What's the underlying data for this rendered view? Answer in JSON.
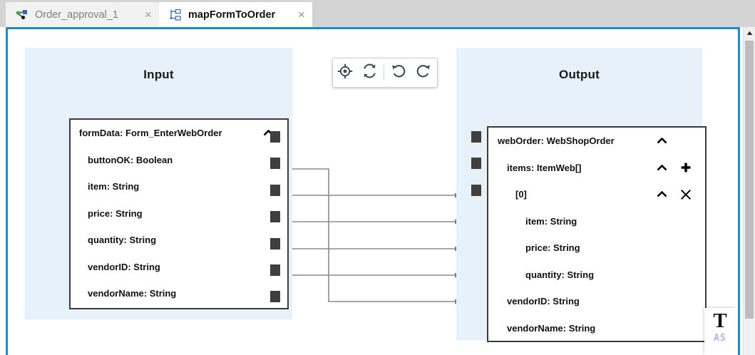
{
  "window": {
    "accent_color": "#1e8bc8",
    "panel_bg": "#e7f1f9",
    "canvas_bg": "#ffffff",
    "wire_color": "#8a8a8a",
    "port_color": "#3f3f3f"
  },
  "tabs": [
    {
      "label": "Order_approval_1",
      "icon": "process-flow-icon",
      "close_label": "×",
      "active": false
    },
    {
      "label": "mapFormToOrder",
      "icon": "mapping-tree-icon",
      "close_label": "×",
      "active": true
    }
  ],
  "toolbar": {
    "buttons": [
      {
        "name": "center-view-button",
        "icon": "target-icon",
        "title": "Center"
      },
      {
        "name": "refresh-button",
        "icon": "refresh-icon",
        "title": "Refresh"
      },
      {
        "name": "undo-button",
        "icon": "undo-icon",
        "title": "Undo"
      },
      {
        "name": "redo-button",
        "icon": "redo-icon",
        "title": "Redo"
      }
    ]
  },
  "input_panel": {
    "title": "Input",
    "rows": [
      {
        "label": "formData: Form_EnterWebOrder",
        "indent": 0,
        "chevron": "▲",
        "has_chevron": true,
        "port": true
      },
      {
        "label": "buttonOK: Boolean",
        "indent": 1,
        "has_chevron": false,
        "port": true
      },
      {
        "label": "item: String",
        "indent": 1,
        "has_chevron": false,
        "port": true
      },
      {
        "label": "price: String",
        "indent": 1,
        "has_chevron": false,
        "port": true
      },
      {
        "label": "quantity: String",
        "indent": 1,
        "has_chevron": false,
        "port": true
      },
      {
        "label": "vendorID: String",
        "indent": 1,
        "has_chevron": false,
        "port": true
      },
      {
        "label": "vendorName: String",
        "indent": 1,
        "has_chevron": false,
        "port": true
      }
    ]
  },
  "output_panel": {
    "title": "Output",
    "rows": [
      {
        "label": "webOrder: WebShopOrder",
        "indent": 0,
        "has_chevron": true,
        "action": "",
        "port": "square"
      },
      {
        "label": "items: ItemWeb[]",
        "indent": 1,
        "has_chevron": true,
        "action": "plus",
        "port": "square"
      },
      {
        "label": "[0]",
        "indent": 2,
        "has_chevron": true,
        "action": "close",
        "port": "square"
      },
      {
        "label": "item: String",
        "indent": 3,
        "has_chevron": false,
        "action": "",
        "port": "arrow"
      },
      {
        "label": "price: String",
        "indent": 3,
        "has_chevron": false,
        "action": "",
        "port": "arrow"
      },
      {
        "label": "quantity: String",
        "indent": 3,
        "has_chevron": false,
        "action": "",
        "port": "arrow"
      },
      {
        "label": "vendorID: String",
        "indent": 1,
        "has_chevron": false,
        "action": "",
        "port": "arrow"
      },
      {
        "label": "vendorName: String",
        "indent": 1,
        "has_chevron": false,
        "action": "",
        "port": "arrow"
      }
    ]
  },
  "connections": [
    {
      "from": "item: String",
      "to": "vendorName: String",
      "routed": true
    },
    {
      "from": "price: String",
      "to": "item: String",
      "routed": false
    },
    {
      "from": "quantity: String",
      "to": "price: String",
      "routed": false
    },
    {
      "from": "vendorID: String",
      "to": "quantity: String",
      "routed": false
    },
    {
      "from": "vendorName: String",
      "to": "vendorID: String",
      "routed": false
    }
  ],
  "text_tool": {
    "glyph": "T",
    "sub_label": "AS"
  },
  "scrollbar": {
    "up_arrow": "▲"
  }
}
